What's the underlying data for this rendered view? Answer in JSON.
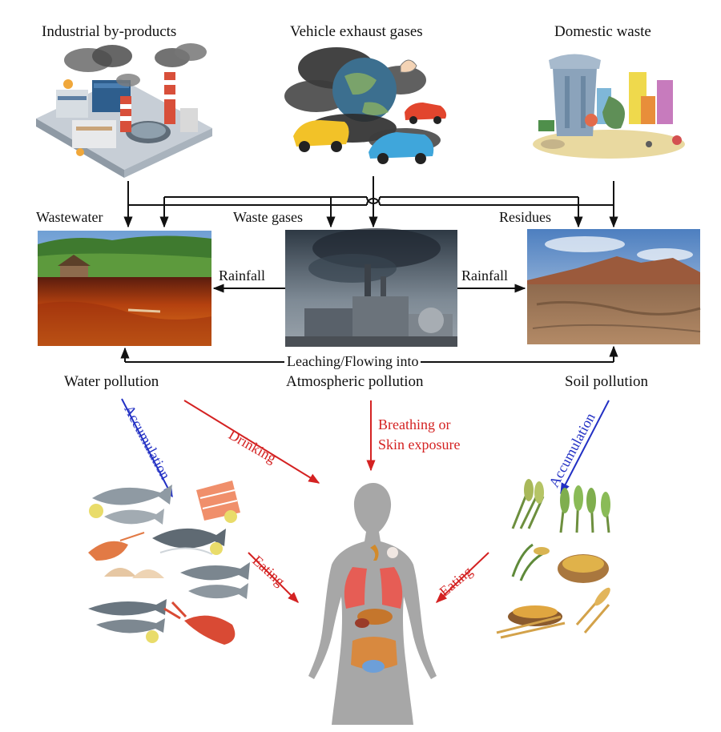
{
  "sources": {
    "industrial": "Industrial by-products",
    "vehicle": "Vehicle exhaust gases",
    "domestic": "Domestic waste"
  },
  "pathways": {
    "wastewater": "Wastewater",
    "waste_gases": "Waste gases",
    "residues": "Residues",
    "rainfall_left": "Rainfall",
    "rainfall_right": "Rainfall",
    "leaching": "Leaching/Flowing into"
  },
  "pollution": {
    "water": "Water pollution",
    "atmospheric": "Atmospheric pollution",
    "soil": "Soil pollution"
  },
  "exposure": {
    "drinking": "Drinking",
    "breathing_line1": "Breathing or",
    "breathing_line2": "Skin exposure",
    "accumulation_left": "Accumulation",
    "accumulation_right": "Accumulation",
    "eating_left": "Eating",
    "eating_right": "Eating"
  },
  "colors": {
    "red_arrow": "#d42222",
    "blue_arrow": "#2230c4",
    "body_silhouette": "#a7a7a7"
  }
}
